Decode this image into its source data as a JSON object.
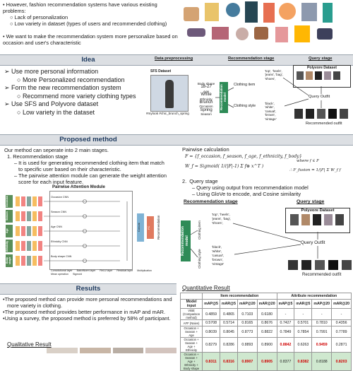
{
  "top": {
    "bullets": [
      "However, fashion recommendation systems have various existing problems:",
      "We want to make the recommendation system more personalize based on occasion and user's characteristic"
    ],
    "sub_bullets": [
      "Lack of personalization",
      "Low variety in dataset (types of users and recommended clothing)"
    ]
  },
  "idea": {
    "title": "Idea",
    "items": [
      {
        "main": "Use more personal information",
        "sub": "More Personalized recommendation"
      },
      {
        "main": "Form the new recommendation system",
        "sub": "Recommend more variety clothing types"
      },
      {
        "main": "Use SFS and Polyvore dataset",
        "sub": "Low variety in the dataset"
      }
    ],
    "diagram": {
      "data_preprocessing": "Data preprocessing",
      "recommendation_stage": "Recommendation stage",
      "query_stage": "Query stage",
      "sfs_dataset": "SFS Dataset",
      "polyvore_dataset": "Polyvore Dataset",
      "attributes": [
        "Body shape",
        "18-27",
        "Age",
        "White",
        "Ethnicity",
        "Brunch",
        "Occasion",
        "Spring",
        "Season"
      ],
      "rec_model": "Recommendation model",
      "clothing_item": "Clothing item",
      "clothing_style": "Clothing style",
      "item_tags": "'top', 'heels', 'jeans', 'bag', 'shoes',",
      "style_tags": "'black', 'white', 'casual', 'brown', 'vintage'",
      "query_outfit": "Query Outfit",
      "recommended_outfit": "Recommended outfit",
      "caption": "#mylook #chic_brunch_spring"
    }
  },
  "method": {
    "title": "Proposed method",
    "intro": "Our method can seperate into 2 main stages.",
    "stage1": "Recommendation stage",
    "stage1_bullets": [
      "It is used for generating recommended clothing item that match to specific user based on their characteristic.",
      "The pairwise attention module can generate the weight attention score for each input feature."
    ],
    "module_title": "Pairwise Attention Module",
    "inputs": [
      "Occasion",
      "Season",
      "Age",
      "Ethnicity",
      "Body shape"
    ],
    "cnn_labels": [
      "Occasion CNN",
      "Season CNN",
      "Age CNN",
      "Ethnicity CNN",
      "Body shape CNN"
    ],
    "concat": "Concat",
    "fc": "FC",
    "recommendation": "Recommendation",
    "legend": [
      "Convolutional layer",
      "BatchNorm layer",
      "ReLU layer",
      "Residual layer",
      "Multiplication",
      "Mean operation",
      "Sigmoid"
    ],
    "pairwise_title": "Pairwise calculation",
    "formula1": "F = {f_occasion, f_season, f_age, f_ethnicity, f_body}",
    "formula2": "W_f = Sigmoid( 1/(|F|-1) Σ f⊗ x^T )",
    "formula_where": "where f ∈ F",
    "formula3": "∴ F_fusion = 1/|F| Σ W_f f",
    "stage2": "Query stage",
    "stage2_bullets": [
      "Query using output from recommendation model",
      "Using GloVe to encode, and Cosine similarity"
    ]
  },
  "results": {
    "title": "Results",
    "bullets": [
      "The proposed method can provide more personal recommendations and more variety in clothing.",
      "The proposed method provides better performance in mAP and mAR.",
      "Using a survey, the proposed method is preferred by 58% of participant."
    ],
    "qualitative": "Qualitative Result",
    "quantitative": "Quantitative Result",
    "table": {
      "group_headers": [
        "Item recommendation",
        "Attribute recommendation"
      ],
      "columns": [
        "Model input",
        "mAP@5",
        "mAR@5",
        "mAP@20",
        "mAR@20",
        "mAP@5",
        "mAR@5",
        "mAP@20",
        "mAR@20"
      ],
      "rows": [
        {
          "label": "VIBE (Comparison method)",
          "values": [
            "0.4859",
            "0.4865",
            "0.7103",
            "0.6180",
            "-",
            "-",
            "-",
            "-"
          ]
        },
        {
          "label": "AFF (Naive)",
          "values": [
            "0.5708",
            "0.5714",
            "0.8165",
            "0.8676",
            "0.7427",
            "0.5701",
            "0.7810",
            "0.4356"
          ]
        },
        {
          "label": "Occasion + Season + Age",
          "values": [
            "0.8039",
            "0.8045",
            "0.8773",
            "0.8822",
            "0.7849",
            "0.7854",
            "0.7991",
            "0.7789"
          ]
        },
        {
          "label": "Occasion + Season + Age + Ethnicity",
          "values": [
            "0.8279",
            "0.8286",
            "0.8893",
            "0.8900",
            "0.8842",
            "0.6263",
            "0.9459",
            "0.2871"
          ]
        },
        {
          "label": "Occasion + Season + Age + Ethnicity + Body shape",
          "values": [
            "0.8311",
            "0.8316",
            "0.8907",
            "0.8905",
            "0.8377",
            "0.8382",
            "0.8188",
            "0.8203"
          ]
        }
      ],
      "best": [
        [
          4,
          0
        ],
        [
          4,
          1
        ],
        [
          4,
          2
        ],
        [
          4,
          3
        ],
        [
          3,
          4
        ],
        [
          3,
          6
        ],
        [
          4,
          5
        ],
        [
          4,
          7
        ]
      ]
    }
  },
  "colors": {
    "accent": "#1e3a5f",
    "green": "#2e8b57",
    "highlight_red": "#d00000"
  }
}
